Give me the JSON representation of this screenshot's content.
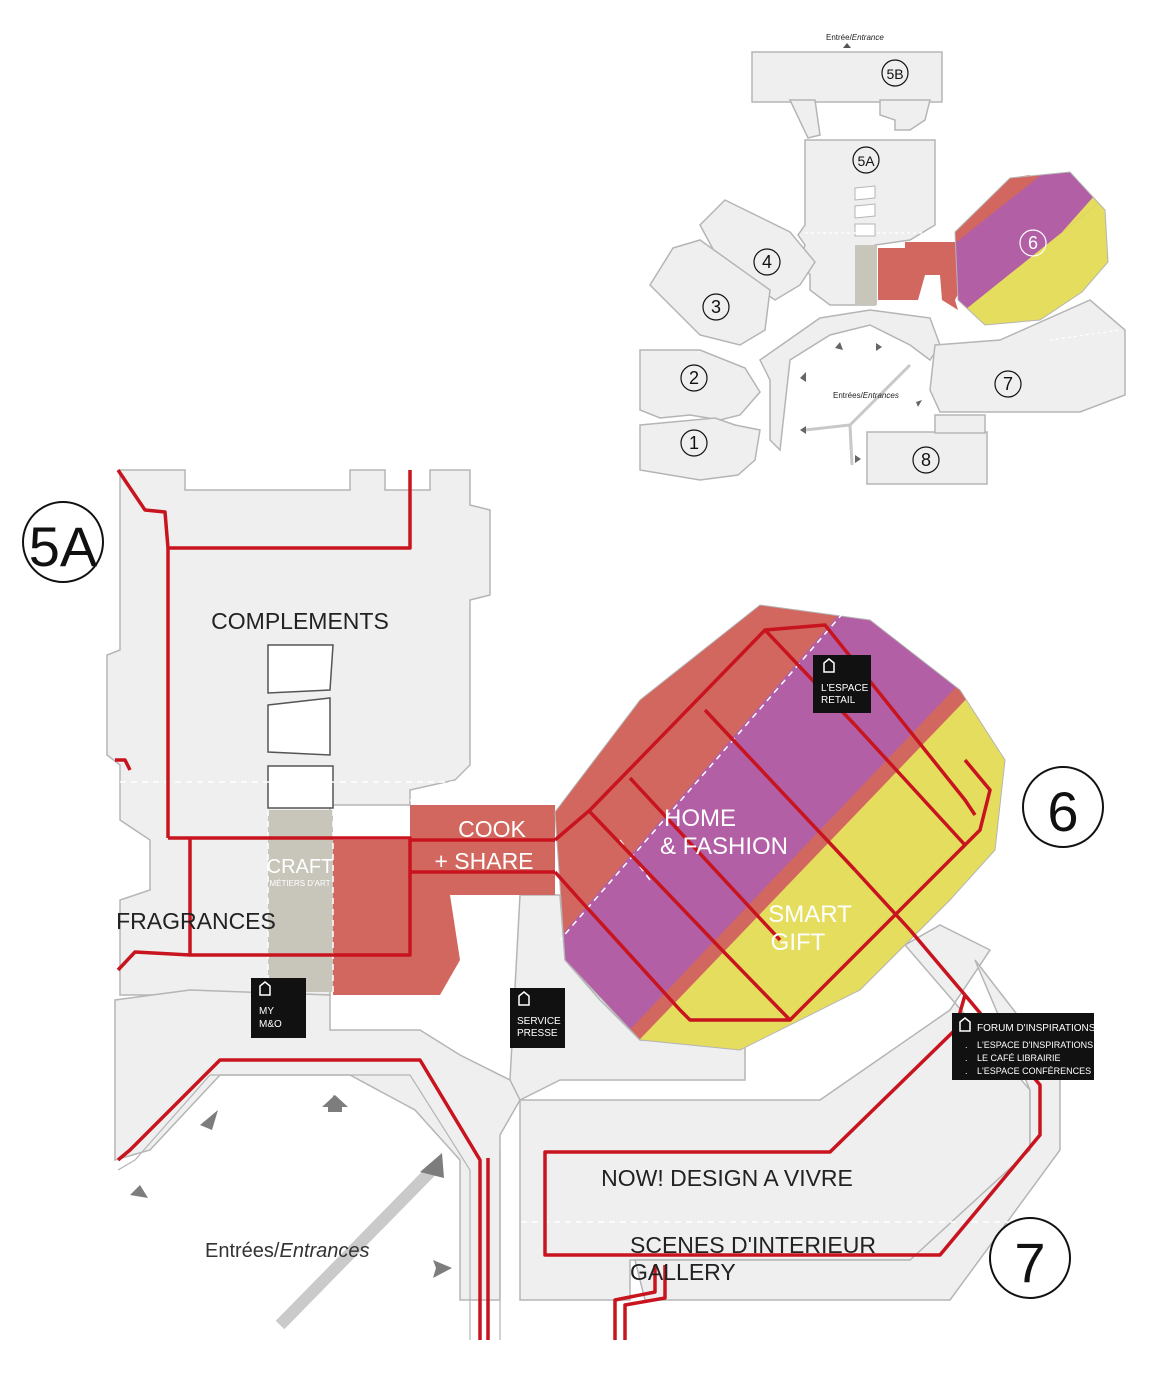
{
  "overview": {
    "entrance_top": "Entrée/",
    "entrance_top_italic": "Entrance",
    "entrances_center": "Entrées/",
    "entrances_center_italic": "Entrances",
    "halls": [
      "5B",
      "5A",
      "4",
      "3",
      "2",
      "1",
      "6",
      "7",
      "8"
    ]
  },
  "detail": {
    "hall_5a": "5A",
    "hall_6": "6",
    "hall_7": "7",
    "sectors": {
      "complements": "COMPLEMENTS",
      "craft": "CRAFT",
      "craft_sub": "MÉTIERS D'ART",
      "fragrances": "FRAGRANCES",
      "cook_line1": "COOK",
      "cook_line2": "+ SHARE",
      "home_line1": "HOME",
      "home_line2": "& FASHION",
      "smart_line1": "SMART",
      "smart_line2": "GIFT",
      "now_design": "NOW! DESIGN A VIVRE",
      "scenes_line1": "SCENES D'INTERIEUR",
      "scenes_line2": "GALLERY"
    },
    "entrances": "Entrées/",
    "entrances_italic": "Entrances",
    "services": {
      "espace_retail_1": "L'ESPACE",
      "espace_retail_2": "RETAIL",
      "my_mo_1": "MY",
      "my_mo_2": "M&O",
      "service_presse_1": "SERVICE",
      "service_presse_2": "PRESSE",
      "forum_title": "FORUM D'INSPIRATIONS",
      "forum_items": [
        "L'ESPACE D'INSPIRATIONS",
        "LE CAFÉ LIBRAIRIE",
        "L'ESPACE CONFÉRENCES"
      ]
    }
  },
  "colors": {
    "floor": "#efefef",
    "floor_stroke": "#b5b5b5",
    "route": "#c8141e",
    "cook_share": "#d2675f",
    "home_fashion": "#b25fa5",
    "smart_gift": "#e5dd5d",
    "craft": "#c8c5bb",
    "badge": "#111111",
    "arrow": "#7d7d7d"
  }
}
